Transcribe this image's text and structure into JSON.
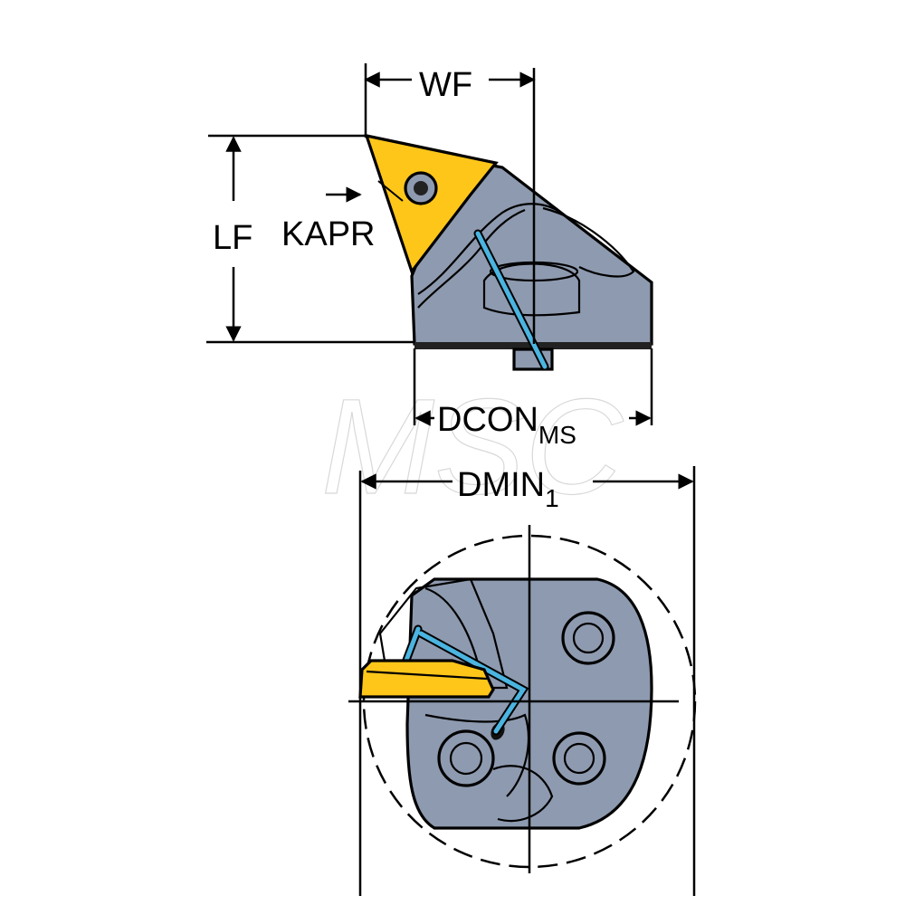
{
  "dimensions": {
    "wf": "WF",
    "lf": "LF",
    "kapr": "KAPR",
    "dcon_main": "DCON",
    "dcon_sub": "MS",
    "dmin_main": "DMIN",
    "dmin_sub": "1"
  },
  "watermark": "MSC",
  "colors": {
    "body": "#8e9aaf",
    "body_shade": "#7b879d",
    "insert": "#ffc61a",
    "coolant": "#4bb4e0",
    "outline": "#000000"
  }
}
